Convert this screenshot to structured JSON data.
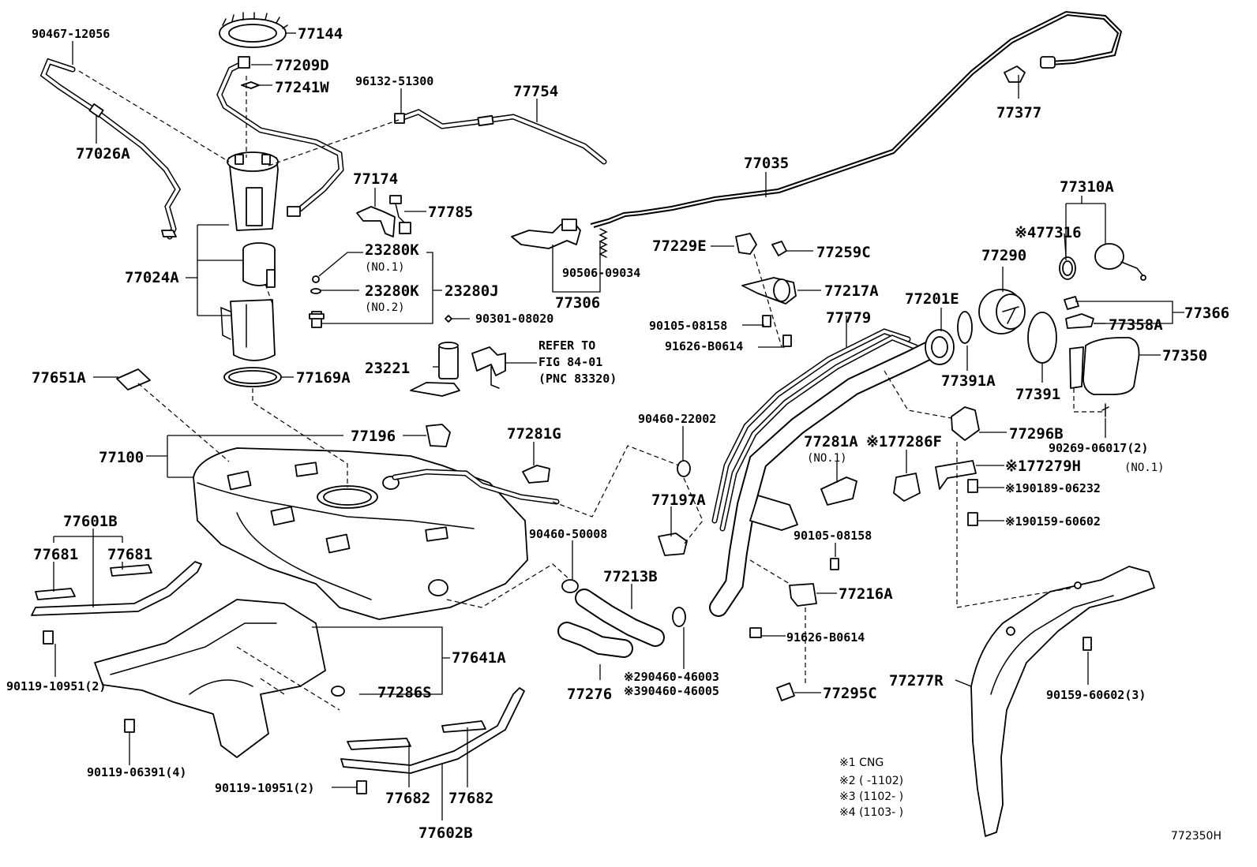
{
  "labels": {
    "p90467_12056": "90467-12056",
    "p77144": "77144",
    "p77209D": "77209D",
    "p77241W": "77241W",
    "p96132_51300": "96132-51300",
    "p77754": "77754",
    "p77377": "77377",
    "p77026A": "77026A",
    "p77035": "77035",
    "p77174": "77174",
    "p77785": "77785",
    "p77310A": "77310A",
    "p77024A": "77024A",
    "p23280K_1": "23280K",
    "p23280K_1_note": "(NO.1)",
    "p23280K_2": "23280K",
    "p23280K_2_note": "(NO.2)",
    "p23280J": "23280J",
    "p90301_08020": "90301-08020",
    "p77229E": "77229E",
    "p77259C": "77259C",
    "p477316": "※477316",
    "p77290": "77290",
    "p90506_09034": "90506-09034",
    "p77306": "77306",
    "p77217A": "77217A",
    "p77201E": "77201E",
    "p77366": "77366",
    "p77779": "77779",
    "p90105_08158_a": "90105-08158",
    "p91626_B0614_a": "91626-B0614",
    "p77358A": "77358A",
    "p77350": "77350",
    "p23221": "23221",
    "refer_1": "REFER TO",
    "refer_2": "FIG 84-01",
    "refer_3": "(PNC 83320)",
    "p77391A": "77391A",
    "p77391": "77391",
    "p77651A": "77651A",
    "p77169A": "77169A",
    "p90460_22002": "90460-22002",
    "p77296B": "77296B",
    "p90269_06017": "90269-06017(2)",
    "p77196": "77196",
    "p77281G": "77281G",
    "p77281A": "77281A",
    "p77281A_note": "(NO.1)",
    "p77286F": "※177286F",
    "p77279H": "※177279H",
    "p77279H_note": "(NO.1)",
    "p190189_06232": "※190189-06232",
    "p190159_60602": "※190159-60602",
    "p77100": "77100",
    "p77197A": "77197A",
    "p77601B": "77601B",
    "p77681_a": "77681",
    "p77681_b": "77681",
    "p90460_50008": "90460-50008",
    "p90105_08158_b": "90105-08158",
    "p77213B": "77213B",
    "p77216A": "77216A",
    "p91626_B0614_b": "91626-B0614",
    "p77641A": "77641A",
    "p90119_10951_a": "90119-10951(2)",
    "p77286S": "77286S",
    "p90460_46003": "※290460-46003",
    "p90460_46005": "※390460-46005",
    "p77276": "77276",
    "p77277R": "77277R",
    "p77295C": "77295C",
    "p90159_60602": "90159-60602(3)",
    "p90119_06391": "90119-06391(4)",
    "p90119_10951_b": "90119-10951(2)",
    "p77682_a": "77682",
    "p77682_b": "77682",
    "p77602B": "77602B"
  },
  "notes": {
    "n1": "※1 CNG",
    "n2": "※2 (    -1102)",
    "n3": "※3 (1102-    )",
    "n4": "※4 (1103-    )"
  },
  "figure_id": "772350H"
}
